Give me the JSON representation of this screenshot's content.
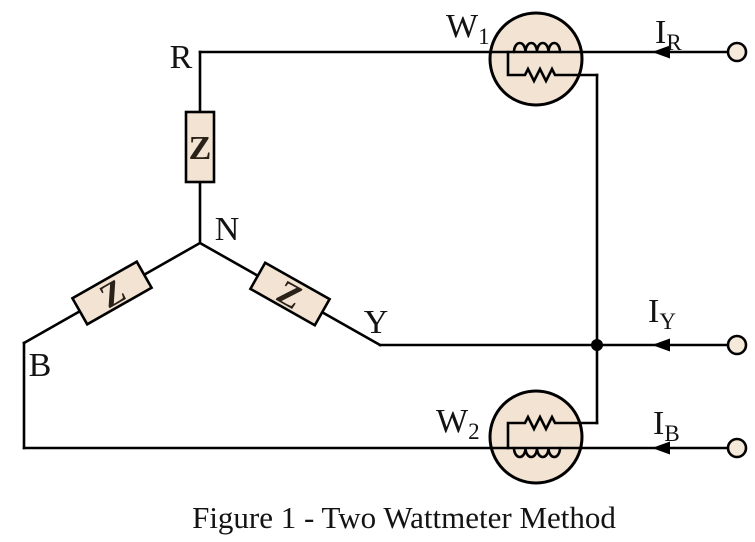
{
  "figure": {
    "caption": "Figure 1 - Two Wattmeter Method"
  },
  "labels": {
    "phase_r": "R",
    "phase_y": "Y",
    "phase_b": "B",
    "neutral": "N",
    "impedance_r": "Z",
    "impedance_y": "Z",
    "impedance_b": "Z",
    "wattmeter_1": {
      "base": "W",
      "sub": "1"
    },
    "wattmeter_2": {
      "base": "W",
      "sub": "2"
    },
    "current_r": {
      "base": "I",
      "sub": "R"
    },
    "current_y": {
      "base": "I",
      "sub": "Y"
    },
    "current_b": {
      "base": "I",
      "sub": "B"
    }
  },
  "colors": {
    "component_fill": "#f2e3d3",
    "terminal_fill": "#f5e9da",
    "line": "#000000",
    "background": "#ffffff"
  }
}
